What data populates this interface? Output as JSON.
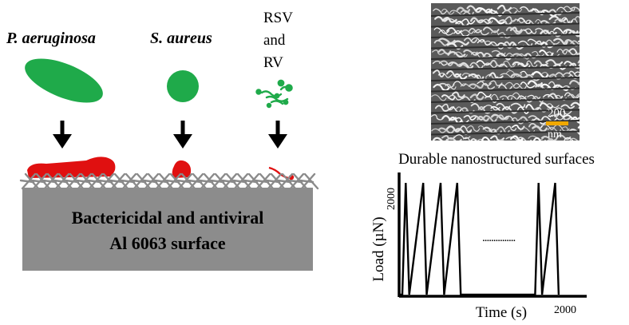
{
  "microbes": [
    {
      "name": "P. aeruginosa",
      "icon": "rod-bacterium-icon"
    },
    {
      "name": "S. aureus",
      "icon": "coccus-bacterium-icon"
    },
    {
      "name_lines": [
        "RSV",
        "and",
        "RV"
      ],
      "icon": "virus-particles-icon"
    }
  ],
  "surface": {
    "line1": "Bactericidal and antiviral",
    "line2": "Al 6063 surface"
  },
  "sem": {
    "scalebar_value": "200",
    "scalebar_unit": "nm",
    "scalebar_color": "#f0a800"
  },
  "caption": "Durable nanostructured surfaces",
  "chart_data": {
    "type": "line",
    "title": "",
    "xlabel": "Time (s)",
    "ylabel": "Load (µN)",
    "y_tick_label": "2000",
    "x_tick_label": "2000",
    "peak_load": 2000,
    "x_end": 2000,
    "series": [
      {
        "values_description": "",
        "peaks_x": [
          80,
          290,
          500,
          700,
          1680,
          1880
        ],
        "peak_y": 2000
      }
    ],
    "ellipsis": "..............."
  },
  "colors": {
    "microbe_green": "#1faa4a",
    "biofilm_red": "#e01010",
    "surface_gray": "#8c8c8c"
  }
}
